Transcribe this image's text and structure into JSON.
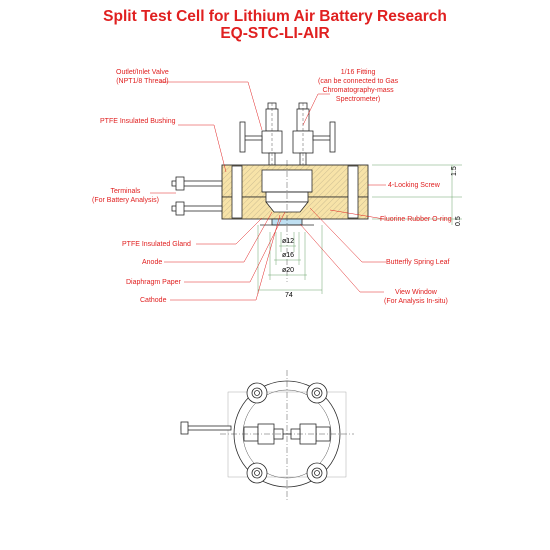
{
  "title": "Split Test Cell for Lithium Air Battery Research",
  "model": "EQ-STC-LI-AIR",
  "labels": {
    "outlet_valve": "Outlet/Inlet Valve",
    "outlet_valve_sub": "(NPT1/8 Thread)",
    "fitting": "1/16 Fitting",
    "fitting_sub1": "(can be connected to Gas",
    "fitting_sub2": "Chromatography-mass",
    "fitting_sub3": "Spectrometer)",
    "ptfe_bushing": "PTFE Insulated Bushing",
    "terminals": "Terminals",
    "terminals_sub": "(For Battery Analysis)",
    "locking_screw": "4-Locking Screw",
    "fluorine_ring": "Fluorine Rubber O-ring",
    "ptfe_gland": "PTFE Insulated Gland",
    "anode": "Anode",
    "butterfly": "Butterfly Spring Leaf",
    "diaphragm": "Diaphragm Paper",
    "view_window": "View Window",
    "view_window_sub": "(For Analysis In-situ)",
    "cathode": "Cathode"
  },
  "dimensions": {
    "d12": "ø12",
    "d16": "ø16",
    "d20": "ø20",
    "w74": "74",
    "h15": "1.5",
    "h05": "0.5"
  },
  "colors": {
    "title": "#e02020",
    "body_fill": "#f7e3a8",
    "line": "#2a2a2a",
    "leader": "#e02020",
    "dim_line": "#6aa36a"
  }
}
